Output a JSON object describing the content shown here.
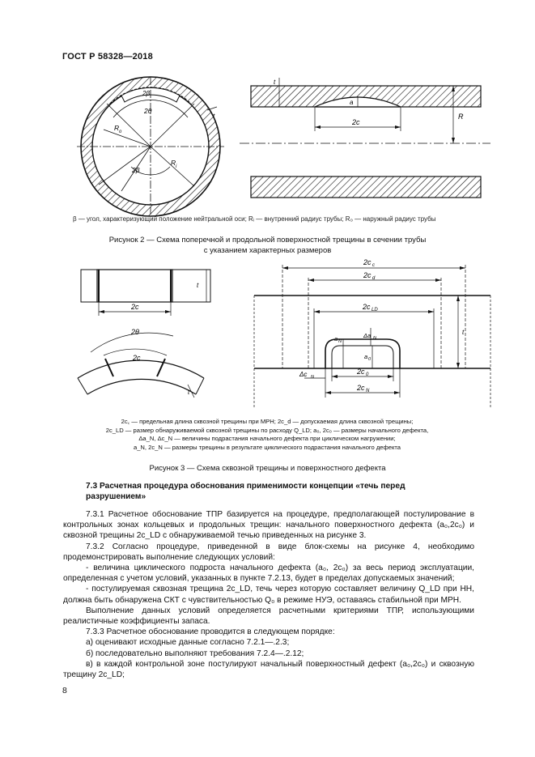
{
  "header": {
    "doc_id": "ГОСТ Р 58328—2018"
  },
  "figure2": {
    "labels": {
      "angle_2beta": "2β",
      "Ro": "R",
      "Ro_sub": "o",
      "Ri": "R",
      "Ri_sub": "i",
      "t": "t",
      "two_theta": "2θ",
      "a": "a",
      "two_c": "2c",
      "R": "R",
      "t2": "t"
    },
    "legend": "β — угол, характеризующий положение нейтральной оси; Rᵢ — внутренний радиус трубы; R₀ — наружный радиус трубы",
    "title_line1": "Рисунок 2 — Схема поперечной и продольной поверхностной трещины в сечении трубы",
    "title_line2": "с указанием характерных размеров"
  },
  "figure3": {
    "labels": {
      "t_left": "t",
      "two_c_left": "2c",
      "two_theta": "2θ",
      "two_c_arc": "2c",
      "t_arc": "t",
      "two_cc": "2c",
      "two_cc_sub": "c",
      "two_cd": "2c",
      "two_cd_sub": "d",
      "two_cld": "2c",
      "two_cld_sub": "LD",
      "aN": "a",
      "aN_sub": "N",
      "daN": "Δa",
      "daN_sub": "N",
      "a0": "a",
      "a0_sub": "0",
      "dcN": "Δc",
      "dcN_sub": "N",
      "two_c0": "2c",
      "two_c0_sub": "0",
      "two_cN": "2c",
      "two_cN_sub": "N",
      "t_right": "t"
    },
    "legend": [
      "2c꜀ — предельная длина сквозной трещины при МРН; 2c_d — допускаемая длина сквозной трещины;",
      "2c_LD — размер обнаруживаемой сквозной трещины по расходу Q_LD; a₀, 2c₀ — размеры начального дефекта,",
      "Δa_N, Δc_N — величины подрастания начального дефекта при циклическом нагружении;",
      "a_N, 2c_N — размеры трещины в результате циклического подрастания начального дефекта"
    ],
    "title": "Рисунок 3 — Схема сквозной трещины и поверхностного дефекта"
  },
  "section": {
    "title_line1": "7.3 Расчетная процедура обоснования применимости концепции «течь перед",
    "title_line2": "разрушением»"
  },
  "paragraphs": {
    "p1": "7.3.1 Расчетное обоснование ТПР базируется на процедуре, предполагающей постулирование в контрольных зонах кольцевых и продольных трещин: начального поверхностного дефекта (a₀,2c₀) и сквозной трещины 2c_LD с обнаруживаемой течью приведенных на рисунке 3.",
    "p2": "7.3.2 Согласно процедуре, приведенной в виде блок-схемы на рисунке 4, необходимо продемонстрировать выполнение следующих условий:",
    "p3": "- величина циклического подроста начального дефекта (a₀, 2c₀) за весь период эксплуатации, определенная с учетом условий, указанных в пункте 7.2.13, будет в пределах допускаемых значений;",
    "p4": "- постулируемая сквозная трещина 2c_LD, течь через которую составляет величину Q_LD при НН, должна быть обнаружена СКТ с чувствительностью Q₀ в режиме НУЭ, оставаясь стабильной при МРН.",
    "p5": "Выполнение данных условий определяется расчетными критериями ТПР, использующими реалистичные коэффициенты запаса.",
    "p6": "7.3.3 Расчетное обоснование проводится в следующем порядке:",
    "p7": "а) оценивают исходные данные согласно 7.2.1—.2.3;",
    "p8": "б) последовательно выполняют требования 7.2.4—.2.12;",
    "p9": "в) в каждой контрольной зоне постулируют начальный поверхностный дефект (a₀,2c₀) и сквозную трещину 2c_LD;"
  },
  "page_number": "8"
}
